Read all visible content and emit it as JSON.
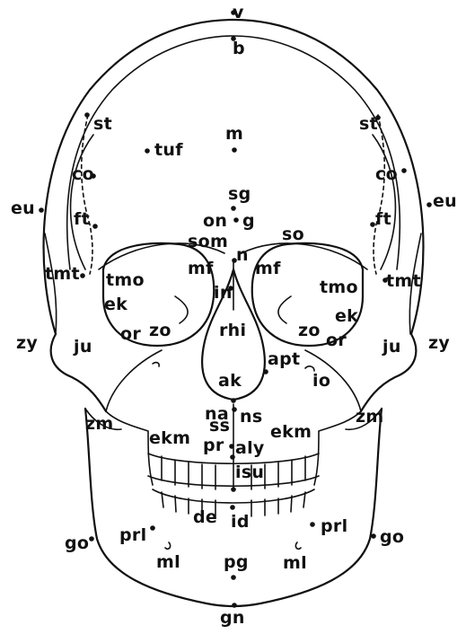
{
  "landmarks": [
    {
      "id": "v",
      "label": "v"
    },
    {
      "id": "b",
      "label": "b"
    },
    {
      "id": "st-right",
      "label": "st"
    },
    {
      "id": "st-left",
      "label": "st"
    },
    {
      "id": "tuf",
      "label": "tuf"
    },
    {
      "id": "m",
      "label": "m"
    },
    {
      "id": "co-right",
      "label": "co"
    },
    {
      "id": "co-left",
      "label": "co"
    },
    {
      "id": "eu-right",
      "label": "eu"
    },
    {
      "id": "eu-left",
      "label": "eu"
    },
    {
      "id": "sg",
      "label": "sg"
    },
    {
      "id": "ft-right",
      "label": "ft"
    },
    {
      "id": "ft-left",
      "label": "ft"
    },
    {
      "id": "on",
      "label": "on"
    },
    {
      "id": "g",
      "label": "g"
    },
    {
      "id": "som",
      "label": "som"
    },
    {
      "id": "so",
      "label": "so"
    },
    {
      "id": "n",
      "label": "n"
    },
    {
      "id": "tmt-right",
      "label": "tmt"
    },
    {
      "id": "tmt-left",
      "label": "tmt"
    },
    {
      "id": "mf-right",
      "label": "mf"
    },
    {
      "id": "mf-left",
      "label": "mf"
    },
    {
      "id": "tmo-right",
      "label": "tmo"
    },
    {
      "id": "tmo-left",
      "label": "tmo"
    },
    {
      "id": "in",
      "label": "in"
    },
    {
      "id": "ek-right",
      "label": "ek"
    },
    {
      "id": "ek-left",
      "label": "ek"
    },
    {
      "id": "zy-right",
      "label": "zy"
    },
    {
      "id": "zy-left",
      "label": "zy"
    },
    {
      "id": "ju-right",
      "label": "ju"
    },
    {
      "id": "ju-left",
      "label": "ju"
    },
    {
      "id": "or-right",
      "label": "or"
    },
    {
      "id": "or-left",
      "label": "or"
    },
    {
      "id": "zo-right",
      "label": "zo"
    },
    {
      "id": "zo-left",
      "label": "zo"
    },
    {
      "id": "rhi",
      "label": "rhi"
    },
    {
      "id": "apt",
      "label": "apt"
    },
    {
      "id": "io",
      "label": "io"
    },
    {
      "id": "ak",
      "label": "ak"
    },
    {
      "id": "na",
      "label": "na"
    },
    {
      "id": "ns",
      "label": "ns"
    },
    {
      "id": "ss",
      "label": "ss"
    },
    {
      "id": "zm-right",
      "label": "zm"
    },
    {
      "id": "zm-left",
      "label": "zm"
    },
    {
      "id": "ekm-right",
      "label": "ekm"
    },
    {
      "id": "ekm-left",
      "label": "ekm"
    },
    {
      "id": "pr",
      "label": "pr"
    },
    {
      "id": "aly",
      "label": "aly"
    },
    {
      "id": "isu",
      "label": "isu"
    },
    {
      "id": "de",
      "label": "de"
    },
    {
      "id": "id",
      "label": "id"
    },
    {
      "id": "prl-right",
      "label": "prl"
    },
    {
      "id": "prl-left",
      "label": "prl"
    },
    {
      "id": "go-right",
      "label": "go"
    },
    {
      "id": "go-left",
      "label": "go"
    },
    {
      "id": "ml-right",
      "label": "ml"
    },
    {
      "id": "ml-left",
      "label": "ml"
    },
    {
      "id": "pg",
      "label": "pg"
    },
    {
      "id": "gn",
      "label": "gn"
    }
  ]
}
